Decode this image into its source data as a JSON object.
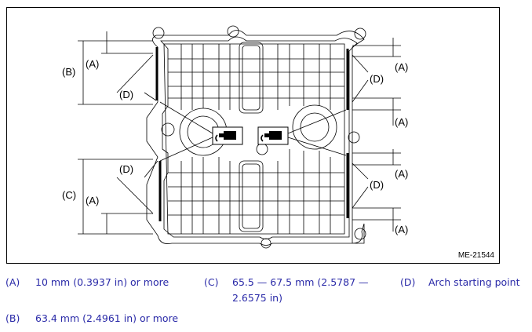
{
  "figure": {
    "id": "ME-21544",
    "callouts": {
      "A": "(A)",
      "B": "(B)",
      "C": "(C)",
      "D": "(D)"
    }
  },
  "legend": {
    "A": {
      "key": "(A)",
      "text": "10 mm (0.3937 in) or more"
    },
    "B": {
      "key": "(B)",
      "text": "63.4 mm (2.4961 in) or more"
    },
    "C": {
      "key": "(C)",
      "text_line1": "65.5 — 67.5 mm (2.5787 —",
      "text_line2": "2.6575 in)"
    },
    "D": {
      "key": "(D)",
      "text": "Arch starting point"
    }
  },
  "colors": {
    "legend_text": "#2a2aa8",
    "line": "#000000"
  }
}
